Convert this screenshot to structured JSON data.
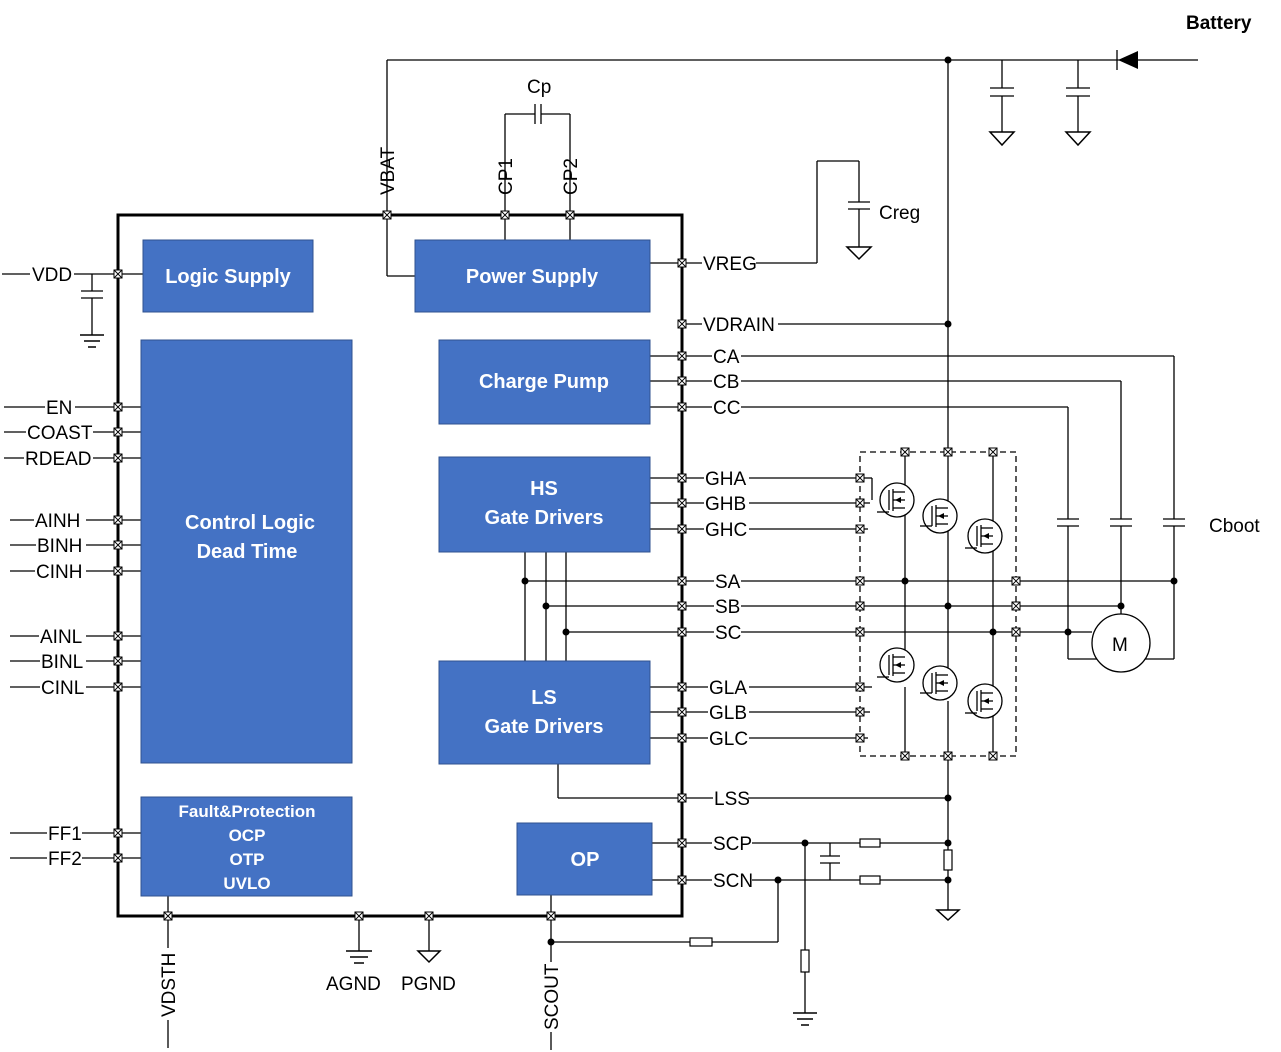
{
  "blocks": {
    "logic_supply": "Logic Supply",
    "power_supply": "Power Supply",
    "charge_pump": "Charge Pump",
    "hs_line1": "HS",
    "hs_line2": "Gate Drivers",
    "ls_line1": "LS",
    "ls_line2": "Gate Drivers",
    "control_line1": "Control Logic",
    "control_line2": "Dead Time",
    "fault_title": "Fault&Protection",
    "fault_ocp": "OCP",
    "fault_otp": "OTP",
    "fault_uvlo": "UVLO",
    "op": "OP"
  },
  "pins_left": [
    "VDD",
    "EN",
    "COAST",
    "RDEAD",
    "AINH",
    "BINH",
    "CINH",
    "AINL",
    "BINL",
    "CINL",
    "FF1",
    "FF2"
  ],
  "pins_top": [
    "VBAT",
    "CP1",
    "CP2"
  ],
  "pins_right": [
    "VREG",
    "VDRAIN",
    "CA",
    "CB",
    "CC",
    "GHA",
    "GHB",
    "GHC",
    "SA",
    "SB",
    "SC",
    "GLA",
    "GLB",
    "GLC",
    "LSS",
    "SCP",
    "SCN"
  ],
  "pins_bottom": [
    "VDSTH",
    "AGND",
    "PGND",
    "SCOUT"
  ],
  "external": {
    "battery": "Battery",
    "cp": "Cp",
    "creg": "Creg",
    "cboot": "Cboot",
    "motor": "M"
  }
}
